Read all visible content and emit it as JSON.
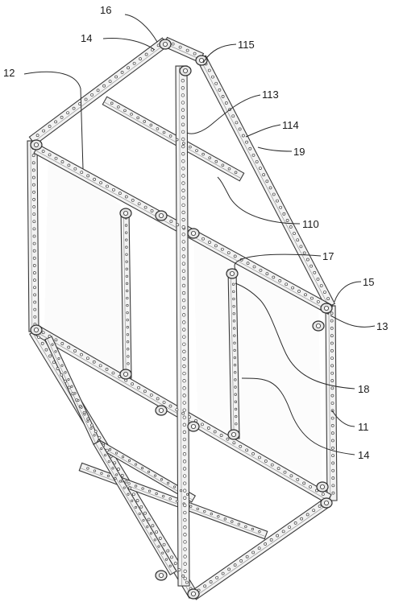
{
  "figure": {
    "labels": [
      {
        "id": "l16",
        "text": "16"
      },
      {
        "id": "l14a",
        "text": "14"
      },
      {
        "id": "l115",
        "text": "115"
      },
      {
        "id": "l12",
        "text": "12"
      },
      {
        "id": "l113",
        "text": "113"
      },
      {
        "id": "l114",
        "text": "114"
      },
      {
        "id": "l19",
        "text": "19"
      },
      {
        "id": "l110",
        "text": "110"
      },
      {
        "id": "l17",
        "text": "17"
      },
      {
        "id": "l15",
        "text": "15"
      },
      {
        "id": "l13",
        "text": "13"
      },
      {
        "id": "l18",
        "text": "18"
      },
      {
        "id": "l11",
        "text": "11"
      },
      {
        "id": "l14b",
        "text": "14"
      }
    ]
  }
}
